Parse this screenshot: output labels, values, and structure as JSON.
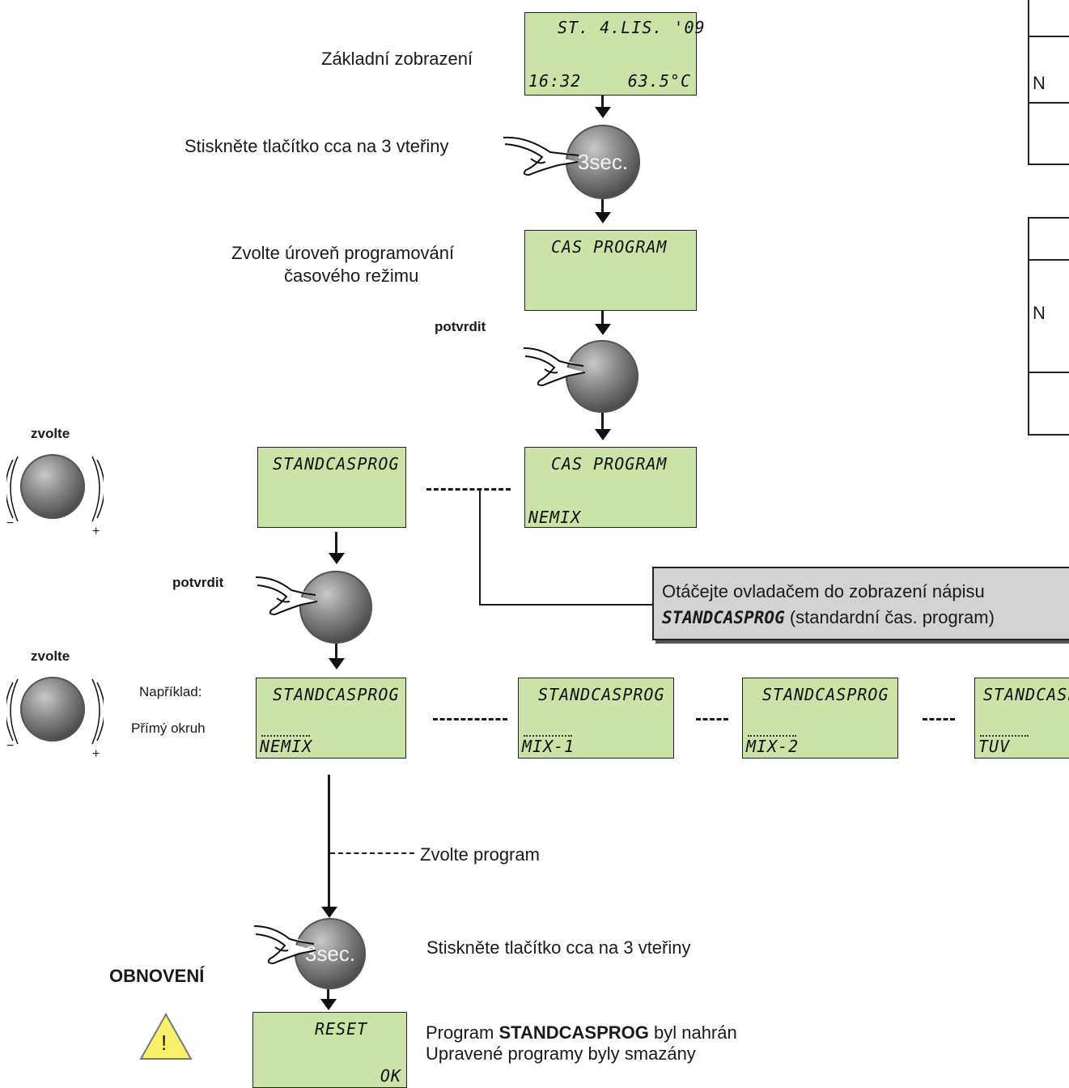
{
  "labels": {
    "basic_display": "Základní zobrazení",
    "press_3sec_top": "Stiskněte tlačítko cca na 3 vteřiny",
    "choose_level_1": "Zvolte úroveň programování",
    "choose_level_2": "časového režimu",
    "confirm_1": "potvrdit",
    "confirm_2": "potvrdit",
    "select_1": "zvolte",
    "select_2": "zvolte",
    "example": "Například:",
    "direct_circuit": "Přímý okruh",
    "choose_program": "Zvolte program",
    "press_3sec_bottom": "Stiskněte tlačítko cca na 3 vteřiny",
    "restore": "OBNOVENÍ",
    "result_prefix": "Program ",
    "result_bold": "STANDCASPROG",
    "result_suffix": " byl nahrán",
    "result_line2": "Upravené programy byly smazány",
    "knob_sec": "3sec.",
    "minus": "−",
    "plus": "+",
    "warning_symbol": "!"
  },
  "callout": {
    "line1": "Otáčejte ovladačem do zobrazení nápisu",
    "line2_bold": "STANDCASPROG",
    "line2_rest": " (standardní čas. program)"
  },
  "displays": {
    "home": {
      "top": "ST.   4.LIS. '09",
      "bottom_left": "16:32",
      "bottom_right": "63.5°C"
    },
    "cas_program_1": {
      "top": "CAS  PROGRAM"
    },
    "cas_program_2": {
      "top": "CAS  PROGRAM",
      "bottom": "NEMIX"
    },
    "standcasprog_1": {
      "top": "STANDCASPROG"
    },
    "circuit_nemix": {
      "top": "STANDCASPROG",
      "bottom": "NEMIX"
    },
    "circuit_mix1": {
      "top": "STANDCASPROG",
      "bottom": "MIX-1"
    },
    "circuit_mix2": {
      "top": "STANDCASPROG",
      "bottom": "MIX-2"
    },
    "circuit_tuv": {
      "top": "STANDCASPROG",
      "bottom": "TUV"
    },
    "reset": {
      "top": "RESET",
      "bottom": "OK"
    }
  },
  "side_tables": {
    "table1_letter": "N",
    "table2_letter": "N"
  },
  "colors": {
    "lcd_background": "#cbe3a6",
    "callout_background": "#d3d3d3",
    "warning_fill": "#f7f06a"
  }
}
